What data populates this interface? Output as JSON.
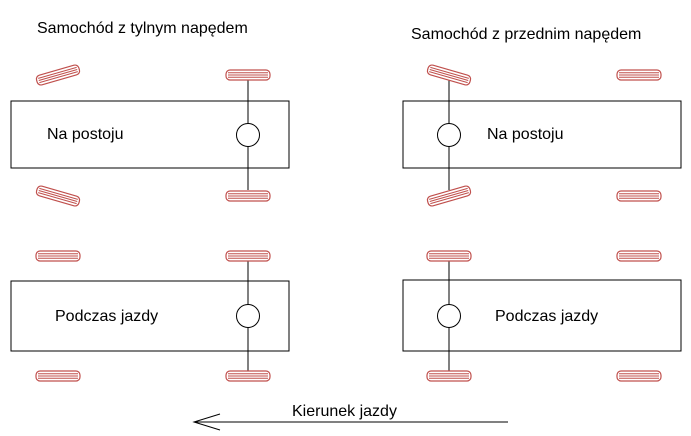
{
  "titles": {
    "rear_drive": "Samochód z tylnym napędem",
    "front_drive": "Samochód z przednim napędem"
  },
  "states": {
    "parked": "Na postoju",
    "driving": "Podczas jazdy"
  },
  "direction": {
    "label": "Kierunek jazdy"
  },
  "colors": {
    "line": "#000000",
    "tire_stroke": "#c0504d",
    "tire_stripe": "#c0504d",
    "tire_fill": "#ffffff"
  }
}
